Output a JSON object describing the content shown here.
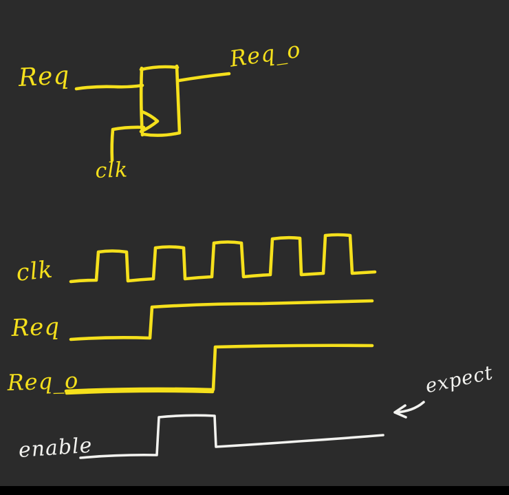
{
  "colors": {
    "background": "#2b2b2b",
    "bottom_bar": "#000000",
    "ink_yellow": "#f5e01c",
    "ink_white": "#f2f2ef"
  },
  "circuit": {
    "input_label": "Req",
    "output_label": "Req_o",
    "clock_label": "clk"
  },
  "timing": {
    "signals": [
      {
        "label": "clk",
        "kind": "clock",
        "pulses": 5,
        "color": "#f5e01c"
      },
      {
        "label": "Req",
        "kind": "level",
        "description": "low, rises just before 2nd clock pulse, stays high",
        "color": "#f5e01c"
      },
      {
        "label": "Req_o",
        "kind": "level",
        "description": "low, rises at 3rd clock pulse (one cycle after Req), stays high",
        "color": "#f5e01c"
      },
      {
        "label": "enable",
        "kind": "pulse",
        "description": "single one-cycle pulse between Req and Req_o rising edges",
        "color": "#f2f2ef"
      }
    ],
    "annotation": "expect"
  }
}
